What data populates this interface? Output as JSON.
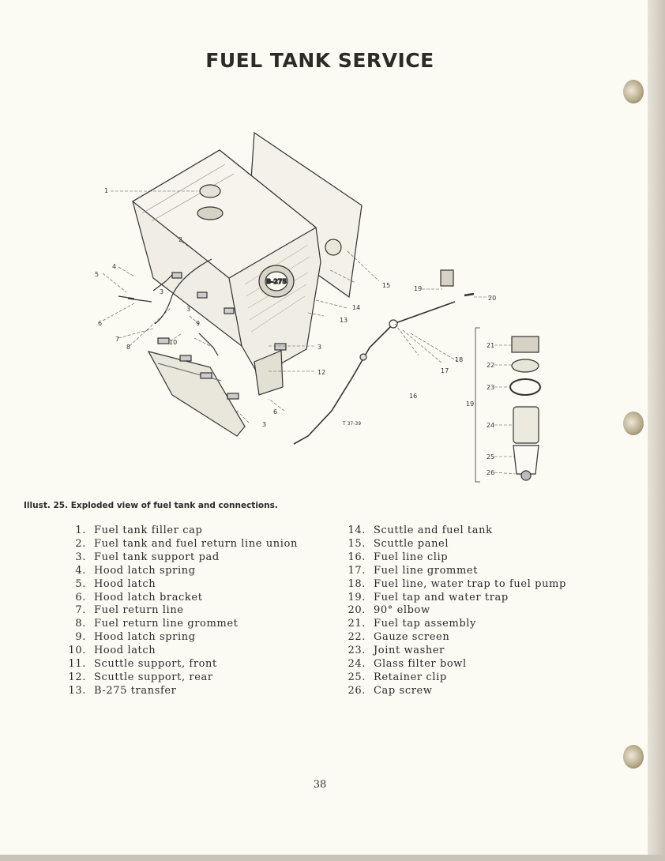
{
  "page": {
    "title": "FUEL TANK SERVICE",
    "page_number": "38"
  },
  "illustration": {
    "caption": "Illust. 25. Exploded view of fuel tank and connections.",
    "ref_code": "T 37-39",
    "badge_text": "B-275",
    "callouts": [
      "1",
      "2",
      "3",
      "3",
      "3",
      "3",
      "4",
      "5",
      "6",
      "6",
      "7",
      "8",
      "9",
      "10",
      "12",
      "13",
      "14",
      "15",
      "16",
      "17",
      "18",
      "19",
      "19",
      "20",
      "21",
      "22",
      "23",
      "24",
      "25",
      "26"
    ]
  },
  "parts_left": [
    {
      "num": "1.",
      "name": "Fuel tank filler cap"
    },
    {
      "num": "2.",
      "name": "Fuel tank and fuel return line union"
    },
    {
      "num": "3.",
      "name": "Fuel tank support pad"
    },
    {
      "num": "4.",
      "name": "Hood latch spring"
    },
    {
      "num": "5.",
      "name": "Hood latch"
    },
    {
      "num": "6.",
      "name": "Hood latch bracket"
    },
    {
      "num": "7.",
      "name": "Fuel return line"
    },
    {
      "num": "8.",
      "name": "Fuel return line grommet"
    },
    {
      "num": "9.",
      "name": "Hood latch spring"
    },
    {
      "num": "10.",
      "name": "Hood latch"
    },
    {
      "num": "11.",
      "name": "Scuttle support, front"
    },
    {
      "num": "12.",
      "name": "Scuttle support, rear"
    },
    {
      "num": "13.",
      "name": "B-275 transfer"
    }
  ],
  "parts_right": [
    {
      "num": "14.",
      "name": "Scuttle and fuel tank"
    },
    {
      "num": "15.",
      "name": "Scuttle panel"
    },
    {
      "num": "16.",
      "name": "Fuel line clip"
    },
    {
      "num": "17.",
      "name": "Fuel line grommet"
    },
    {
      "num": "18.",
      "name": "Fuel line, water trap to fuel pump"
    },
    {
      "num": "19.",
      "name": "Fuel tap and water trap"
    },
    {
      "num": "20.",
      "name": "90° elbow"
    },
    {
      "num": "21.",
      "name": "Fuel tap assembly"
    },
    {
      "num": "22.",
      "name": "Gauze screen"
    },
    {
      "num": "23.",
      "name": "Joint washer"
    },
    {
      "num": "24.",
      "name": "Glass filter bowl"
    },
    {
      "num": "25.",
      "name": "Retainer clip"
    },
    {
      "num": "26.",
      "name": "Cap screw"
    }
  ]
}
